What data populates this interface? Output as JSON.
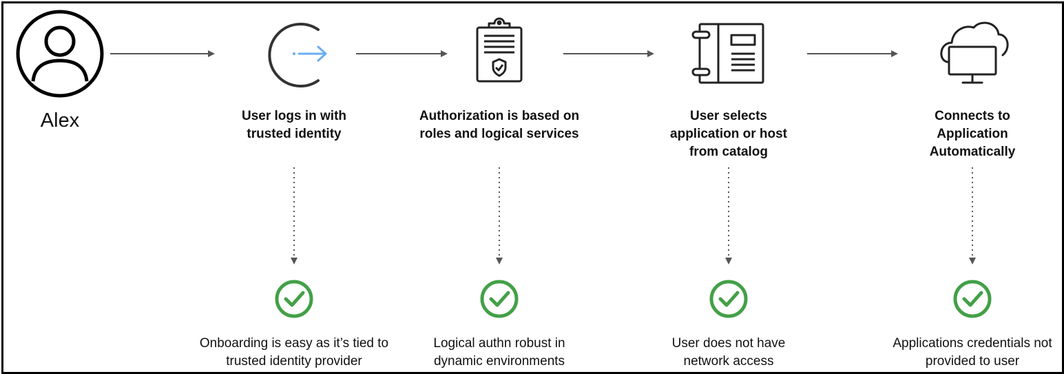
{
  "user": {
    "name": "Alex",
    "icon": "person-icon"
  },
  "steps": [
    {
      "title": "User logs in with trusted identity",
      "icon": "login-arrow-icon",
      "benefit": "Onboarding is easy as it’s tied to trusted identity provider"
    },
    {
      "title": "Authorization is based on roles and logical services",
      "icon": "clipboard-shield-icon",
      "benefit": "Logical authn robust in dynamic environments"
    },
    {
      "title": "User selects application or host from catalog",
      "icon": "catalog-binder-icon",
      "benefit": "User does not have network access"
    },
    {
      "title": "Connects to Application Automatically",
      "icon": "cloud-monitor-icon",
      "benefit": "Applications credentials not provided to user"
    }
  ],
  "colors": {
    "arrow": "#555555",
    "check": "#43a047",
    "login_arrow": "#6aaef0",
    "icon_stroke": "#222222"
  }
}
